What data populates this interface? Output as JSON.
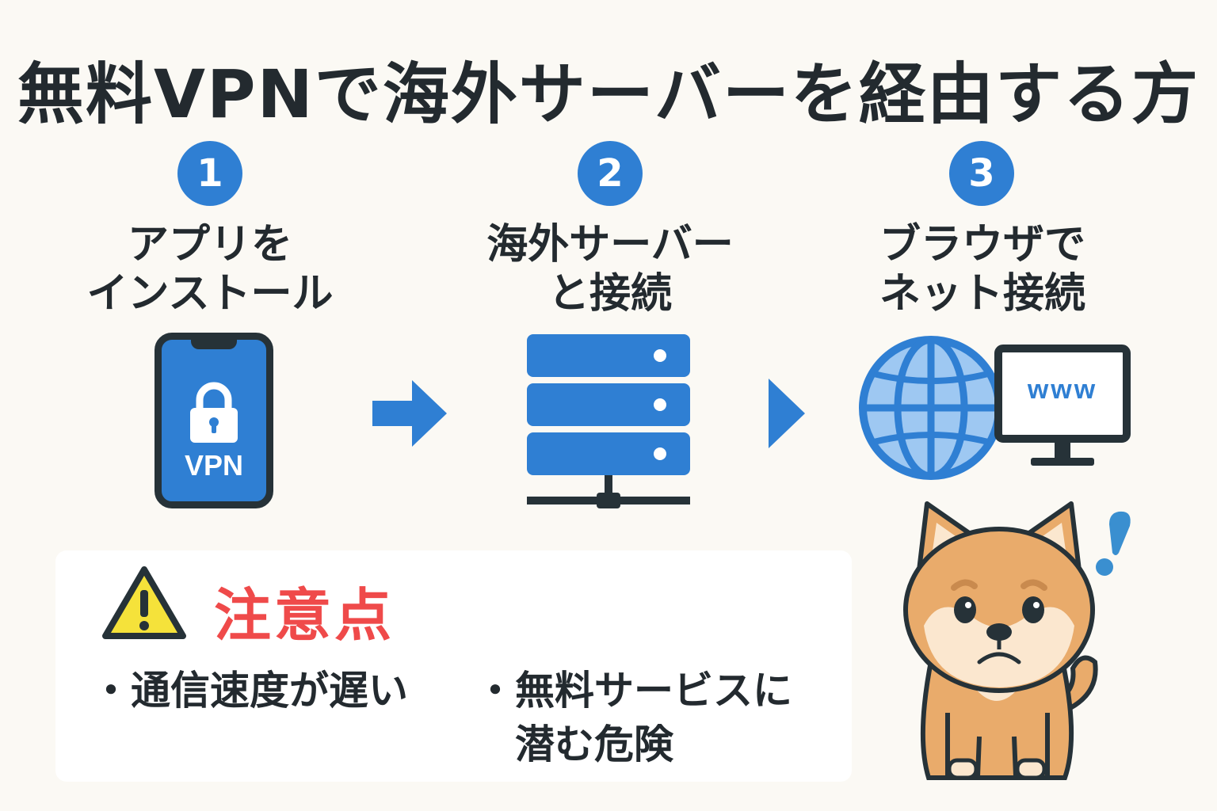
{
  "title": "無料VPNで海外サーバーを経由する方",
  "steps": [
    {
      "number": "1",
      "label_line1": "アプリを",
      "label_line2": "インストール"
    },
    {
      "number": "2",
      "label_line1": "海外サーバー",
      "label_line2": "と接続"
    },
    {
      "number": "3",
      "label_line1": "ブラウザで",
      "label_line2": "ネット接続"
    }
  ],
  "phone_text": "VPN",
  "monitor_text": "www",
  "notice": {
    "title": "注意点",
    "bullet1": "・通信速度が遅い",
    "bullet2_line1": "・無料サービスに",
    "bullet2_line2": "潜む危険"
  },
  "colors": {
    "accent_blue": "#2f7fd3",
    "warning_red": "#ef4a4a",
    "warning_yellow": "#f5e23a",
    "dark": "#263238",
    "dog_orange": "#e9ab6b",
    "dog_cream": "#fbe7cf"
  },
  "icons": [
    "phone-lock-icon",
    "arrow-right-icon",
    "server-icon",
    "triangle-arrow-icon",
    "globe-icon",
    "monitor-icon",
    "warning-icon",
    "shiba-dog-illustration",
    "exclamation-icon"
  ]
}
